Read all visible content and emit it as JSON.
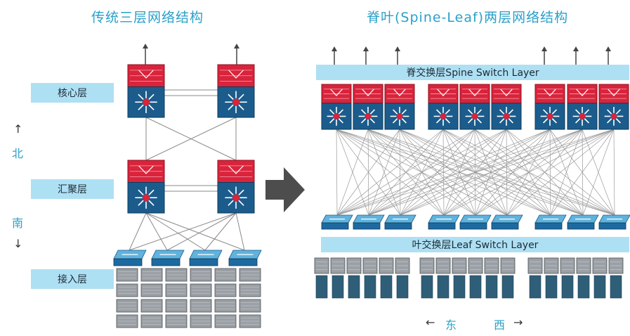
{
  "left_title": "传统三层网络结构",
  "right_title": "脊叶(Spine-Leaf)两层网络结构",
  "left_layers": {
    "core": "核心层",
    "aggregation": "汇聚层",
    "access": "接入层"
  },
  "right_layers": {
    "spine": "脊交换层Spine Switch Layer",
    "leaf": "叶交换层Leaf Switch Layer"
  },
  "directions": {
    "north": "北",
    "south": "南",
    "east": "东",
    "west": "西"
  },
  "colors": {
    "title": "#2aa0c9",
    "layer_band": "#aee0f4",
    "router_red": "#d9243c",
    "router_blue": "#1b5c8c",
    "transition_arrow": "#4d4d4d"
  },
  "icons": [
    "router-icon",
    "switch-icon",
    "server-icon",
    "arrow-up-icon",
    "arrow-right-icon"
  ]
}
